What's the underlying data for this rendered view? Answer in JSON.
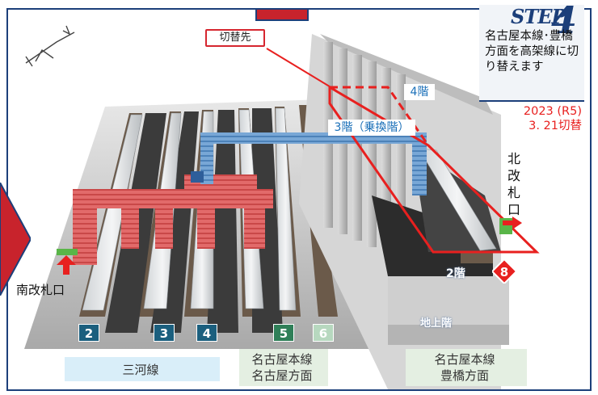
{
  "step": {
    "word": "STEP",
    "number": "4",
    "description": "名古屋本線･豊橋方面を高架線に切り替えます"
  },
  "date": {
    "line1": "2023 (R5)",
    "line2": "3. 21切替"
  },
  "labels": {
    "kirikaesaki": "切替先",
    "floor4": "4階",
    "floor3": "3階（乗換階）",
    "floor2": "2階",
    "ground": "地上階",
    "north_gate": "北改札口",
    "south_gate": "南改札口"
  },
  "platforms": [
    {
      "number": "2",
      "color": "#1b5f7e"
    },
    {
      "number": "3",
      "color": "#1b5f7e"
    },
    {
      "number": "4",
      "color": "#1b5f7e"
    },
    {
      "number": "5",
      "color": "#2f7f58"
    },
    {
      "number": "6",
      "color": "#b7d8bf"
    }
  ],
  "lines": {
    "mikawa": "三河線",
    "nagoya_line1": "名古屋本線",
    "nagoya_line2": "名古屋方面",
    "toyohashi_line1": "名古屋本線",
    "toyohashi_line2": "豊橋方面"
  },
  "badge": {
    "number": "8",
    "color": "#e8201f"
  },
  "colors": {
    "frame": "#1c3f7a",
    "accent_red": "#d6262f",
    "blue_text": "#1a6fb8",
    "mikawa_bg": "#d9eef9",
    "nagoya_bg": "#e4efe2"
  }
}
